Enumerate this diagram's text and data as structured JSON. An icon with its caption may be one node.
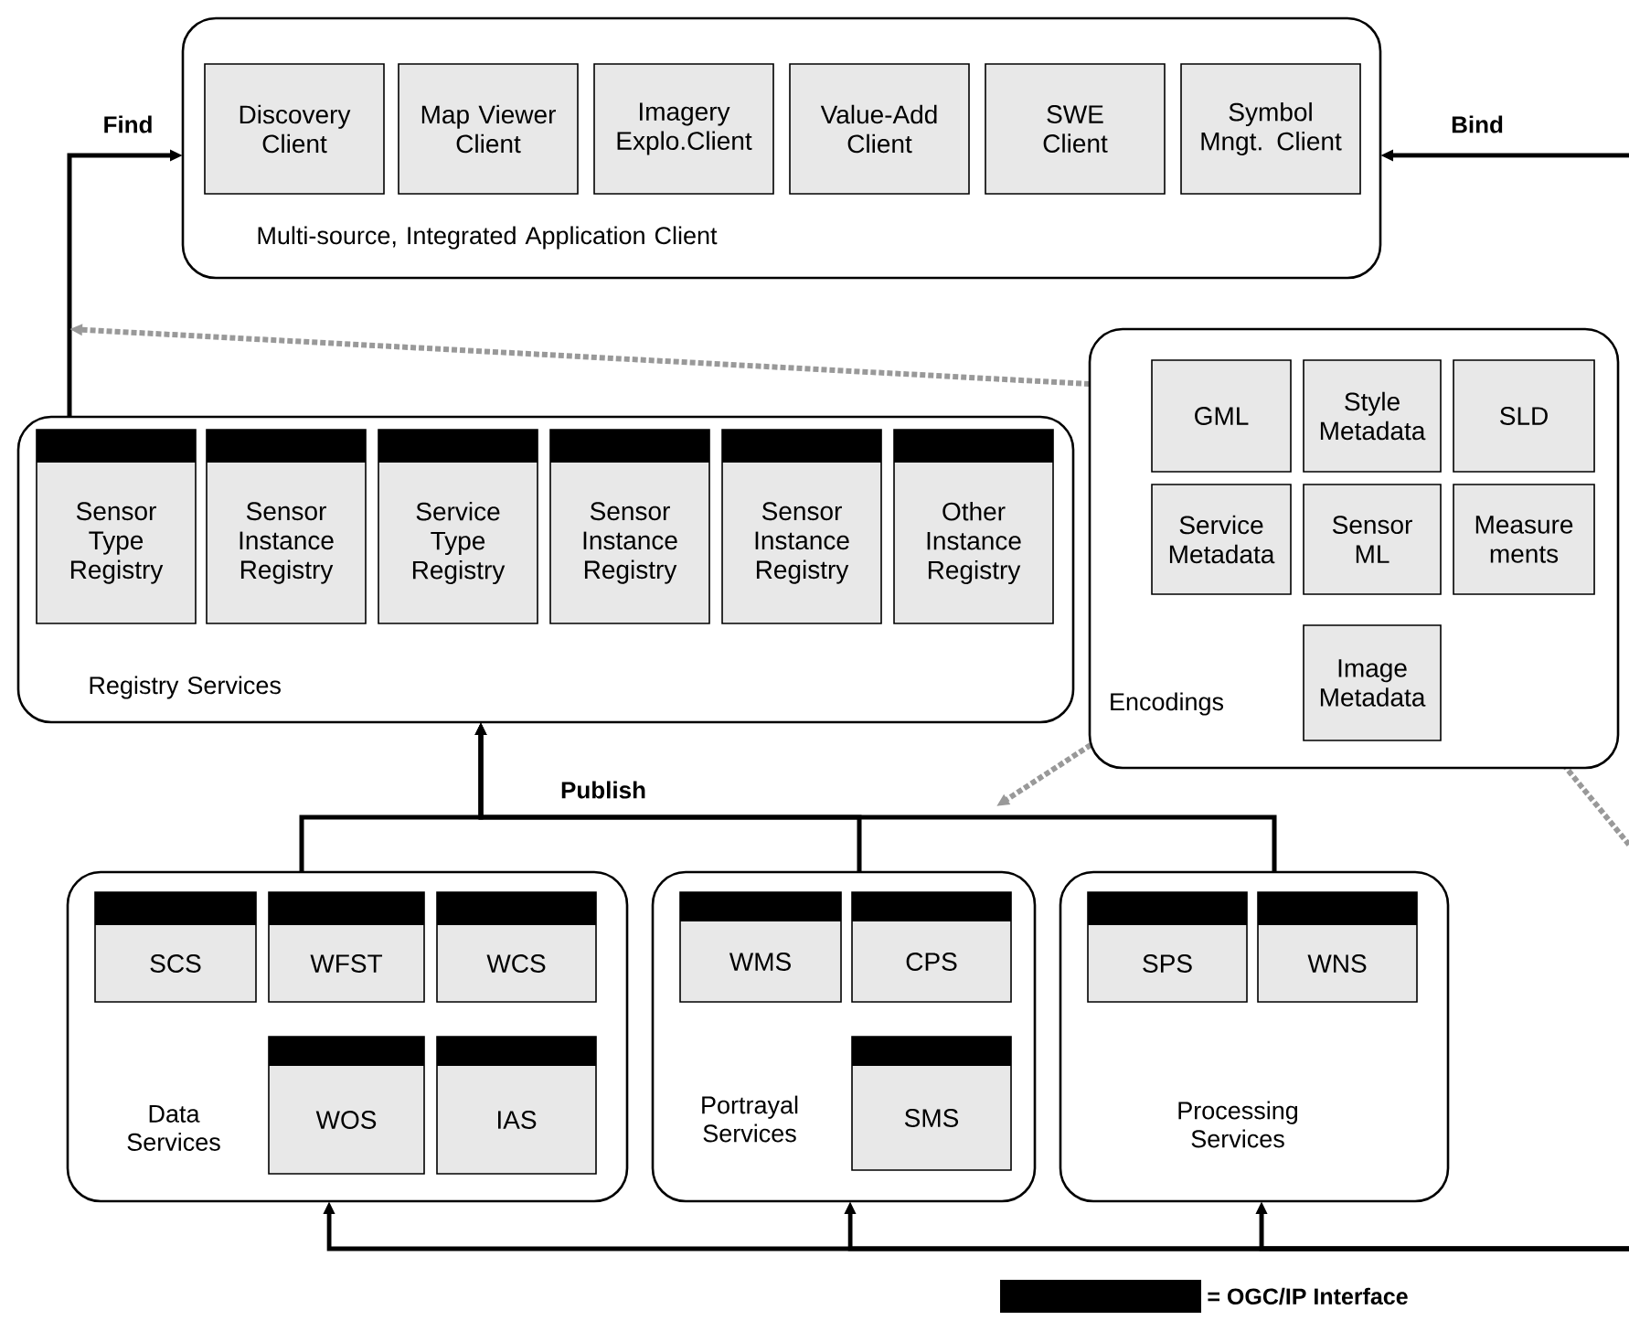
{
  "diagram": {
    "nodes": [
      {
        "text": [
          "Multi-source, Integrated Application Client"
        ]
      },
      {
        "text": [
          "Discovery Client"
        ],
        "in": 0
      },
      {
        "text": [
          "Map Viewer Client"
        ],
        "in": 0
      },
      {
        "text": [
          "Imagery Explo.Client"
        ],
        "in": 0
      },
      {
        "text": [
          "Value-Add Client"
        ],
        "in": 0
      },
      {
        "text": [
          "SWE Client"
        ],
        "in": 0
      },
      {
        "text": [
          "Symbol Mngt. Client"
        ],
        "in": 0
      },
      {
        "text": [
          "Registry Services"
        ]
      },
      {
        "text": [
          "Sensor Type Registry"
        ],
        "in": 7
      },
      {
        "text": [
          "Sensor Instance Registry"
        ],
        "in": 7
      },
      {
        "text": [
          "Service Type Registry"
        ],
        "in": 7
      },
      {
        "text": [
          "Sensor Instance Registry"
        ],
        "in": 7
      },
      {
        "text": [
          "Sensor Instance Registry"
        ],
        "in": 7
      },
      {
        "text": [
          "Other Instance Registry"
        ],
        "in": 7
      },
      {
        "text": [
          "Encodings"
        ]
      },
      {
        "text": [
          "GML"
        ],
        "in": 14
      },
      {
        "text": [
          "Style Metadata"
        ],
        "in": 14
      },
      {
        "text": [
          "SLD"
        ],
        "in": 14
      },
      {
        "text": [
          "Service Metadata"
        ],
        "in": 14
      },
      {
        "text": [
          "Sensor ML"
        ],
        "in": 14
      },
      {
        "text": [
          "Measure ments"
        ],
        "in": 14
      },
      {
        "text": [
          "Image Metadata"
        ],
        "in": 14
      },
      {
        "text": [
          "Data Services"
        ]
      },
      {
        "text": [
          "SCS"
        ],
        "in": 22
      },
      {
        "text": [
          "WFST"
        ],
        "in": 22
      },
      {
        "text": [
          "WCS"
        ],
        "in": 22
      },
      {
        "text": [
          "WOS"
        ],
        "in": 22
      },
      {
        "text": [
          "IAS"
        ],
        "in": 22
      },
      {
        "text": [
          "Portrayal Services"
        ]
      },
      {
        "text": [
          "WMS"
        ],
        "in": 28
      },
      {
        "text": [
          "CPS"
        ],
        "in": 28
      },
      {
        "text": [
          "SMS"
        ],
        "in": 28
      },
      {
        "text": [
          "Processing Services"
        ]
      },
      {
        "text": [
          "SPS"
        ],
        "in": 32
      },
      {
        "text": [
          "WNS"
        ],
        "in": 32
      }
    ],
    "edges": [
      {
        "from": 7,
        "to": 0,
        "arrow": "to",
        "label": "Find"
      },
      {
        "from": null,
        "to": 0,
        "arrow": "to",
        "label": "Bind"
      },
      {
        "from": 22,
        "to": 7,
        "arrow": "to"
      },
      {
        "from": 28,
        "to": 7,
        "arrow": "to",
        "label": "Publish"
      },
      {
        "from": 32,
        "to": 7,
        "arrow": "to"
      },
      {
        "from": 14,
        "to": null,
        "arrow": "to",
        "style": "dashed",
        "color": "#999999"
      },
      {
        "from": 14,
        "to": 28,
        "arrow": "to",
        "style": "dashed",
        "color": "#999999"
      },
      {
        "from": 14,
        "to": null,
        "arrow": "none",
        "style": "dashed",
        "color": "#999999"
      },
      {
        "from": null,
        "to": 22,
        "arrow": "to"
      },
      {
        "from": null,
        "to": 28,
        "arrow": "to"
      },
      {
        "from": null,
        "to": 32,
        "arrow": "to"
      }
    ],
    "legend": [
      {
        "text": "= OGC/IP Interface",
        "color": "#000000"
      }
    ]
  }
}
